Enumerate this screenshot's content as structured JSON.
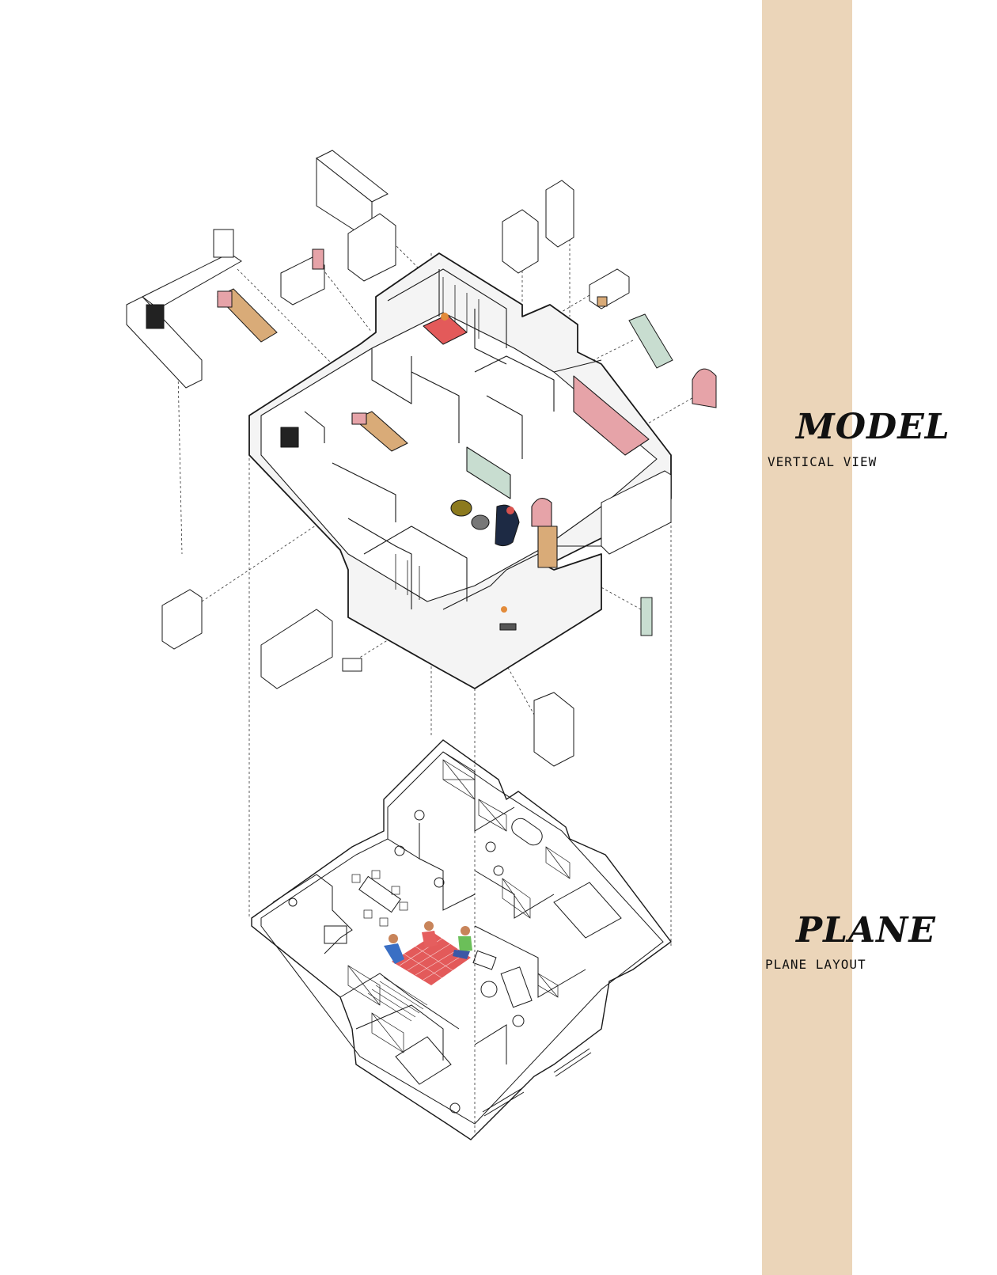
{
  "labels": {
    "model_title": "MODEL",
    "model_subtitle": "VERTICAL VIEW",
    "plane_title": "PLANE",
    "plane_subtitle": "PLANE LAYOUT"
  },
  "colors": {
    "band": "#ebd5b9",
    "line": "#1a1a1a",
    "wall_face": "#f4f4f4",
    "accent_pink": "#e6a3a8",
    "accent_green": "#c8ddd0",
    "accent_wood": "#d9ab78",
    "rug_red": "#e35a5a",
    "navy": "#1d2a44"
  },
  "icons": [
    "axonometric-model-icon",
    "floor-plan-icon",
    "people-figure-icon"
  ]
}
